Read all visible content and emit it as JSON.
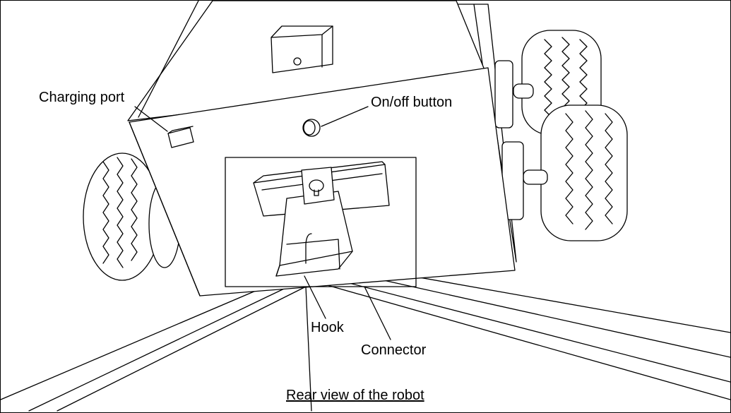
{
  "labels": {
    "charging_port": "Charging port",
    "on_off_button": "On/off button",
    "hook": "Hook",
    "connector": "Connector"
  },
  "caption": "Rear view of the robot",
  "colors": {
    "line": "#000000",
    "background": "#ffffff"
  }
}
